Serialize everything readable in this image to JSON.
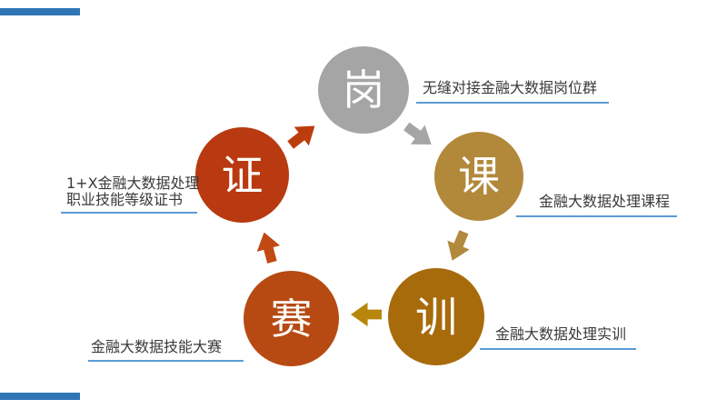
{
  "page": {
    "background": "#FFFFFF"
  },
  "accents": {
    "corner_bar_color": "#2E75B6",
    "underline_color": "#5B9BD5",
    "label_text_color": "#3A3A3A"
  },
  "cycle": {
    "nodes": [
      {
        "key": "gang",
        "char": "岗",
        "color": "#A5A5A5"
      },
      {
        "key": "ke",
        "char": "课",
        "color": "#B2883A"
      },
      {
        "key": "xun",
        "char": "训",
        "color": "#A86B0C"
      },
      {
        "key": "sai",
        "char": "赛",
        "color": "#B74A12"
      },
      {
        "key": "zheng",
        "char": "证",
        "color": "#B93A10"
      }
    ],
    "arrows": [
      {
        "from": "zheng",
        "to": "gang",
        "color": "#BD3C0D"
      },
      {
        "from": "gang",
        "to": "ke",
        "color": "#A5A5A5"
      },
      {
        "from": "ke",
        "to": "xun",
        "color": "#B28A3E"
      },
      {
        "from": "xun",
        "to": "sai",
        "color": "#B8860B"
      },
      {
        "from": "sai",
        "to": "zheng",
        "color": "#C04A12"
      }
    ]
  },
  "labels": {
    "gang": "无缝对接金融大数据岗位群",
    "ke": "金融大数据处理课程",
    "xun": "金融大数据处理实训",
    "sai": "金融大数据技能大赛",
    "zheng_line1": "1+X金融大数据处理",
    "zheng_line2": "职业技能等级证书"
  }
}
